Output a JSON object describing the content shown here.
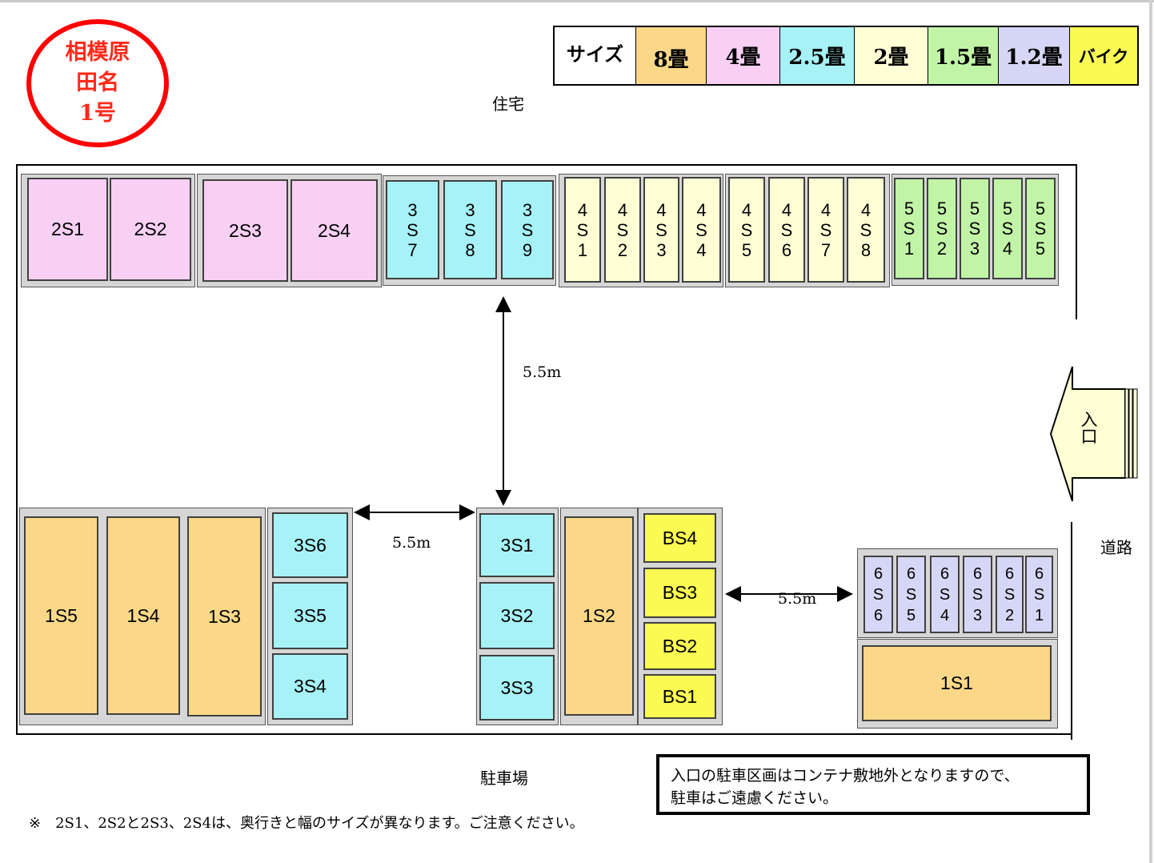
{
  "stamp": {
    "lines": [
      "相模原",
      "田名",
      "1号"
    ]
  },
  "legend": {
    "header": "サイズ",
    "sizes": [
      {
        "label": "8畳",
        "color": "#fad888"
      },
      {
        "label": "4畳",
        "color": "#f8d0f4"
      },
      {
        "label": "2.5畳",
        "color": "#a6f2f6"
      },
      {
        "label": "2畳",
        "color": "#ffffd6"
      },
      {
        "label": "1.5畳",
        "color": "#c2f4a8"
      },
      {
        "label": "1.2畳",
        "color": "#d6d6f6"
      },
      {
        "label": "バイク",
        "color": "#fafa52"
      }
    ]
  },
  "labels": {
    "north": "住宅",
    "south": "駐車場",
    "road": "道路",
    "entrance": "入口",
    "dim_vertical": "5.5m",
    "dim_left": "5.5m",
    "dim_right": "5.5m"
  },
  "units": {
    "top_2s": [
      "2S1",
      "2S2",
      "2S3",
      "2S4"
    ],
    "top_3s": [
      "3S7",
      "3S8",
      "3S9"
    ],
    "top_4s_a": [
      "4S1",
      "4S2",
      "4S3",
      "4S4"
    ],
    "top_4s_b": [
      "4S5",
      "4S6",
      "4S7",
      "4S8"
    ],
    "top_5s": [
      "5S1",
      "5S2",
      "5S3",
      "5S4",
      "5S5"
    ],
    "bottom_1s_left": [
      "1S5",
      "1S4",
      "1S3"
    ],
    "bottom_3s_left": [
      "3S6",
      "3S5",
      "3S4"
    ],
    "bottom_3s_mid": [
      "3S1",
      "3S2",
      "3S3"
    ],
    "bottom_1s2": "1S2",
    "bottom_bs": [
      "BS4",
      "BS3",
      "BS2",
      "BS1"
    ],
    "bottom_6s": [
      "6S6",
      "6S5",
      "6S4",
      "6S3",
      "6S2",
      "6S1"
    ],
    "bottom_1s1": "1S1"
  },
  "notice": {
    "line1": "入口の駐車区画はコンテナ敷地外となりますので、",
    "line2": "駐車はご遠慮ください。"
  },
  "footnote": "※　2S1、2S2と2S3、2S4は、奥行きと幅のサイズが異なります。ご注意ください。"
}
